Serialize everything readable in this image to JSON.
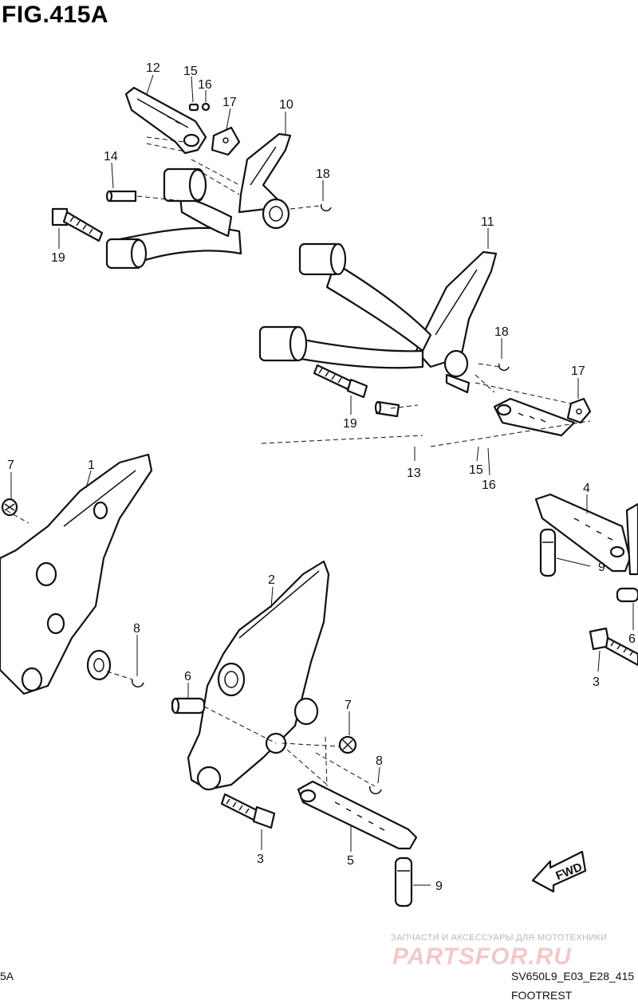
{
  "figure": {
    "title": "FIG.415A",
    "left_edge_label": "5A",
    "code": "SV650L9_E03_E28_415",
    "name": "FOOTREST"
  },
  "watermark": {
    "tagline": "ЗАПЧАСТИ И АКСЕССУАРЫ ДЛЯ МОТОТЕХНИКИ",
    "site": "PARTSFOR.RU"
  },
  "direction_badge": "FWD",
  "callouts": {
    "c12": "12",
    "c15a": "15",
    "c16a": "16",
    "c17a": "17",
    "c10": "10",
    "c14": "14",
    "c18a": "18",
    "c19a": "19",
    "c11": "11",
    "c18b": "18",
    "c17b": "17",
    "c19b": "19",
    "c13": "13",
    "c15b": "15",
    "c16b": "16",
    "c7a": "7",
    "c1": "1",
    "c8a": "8",
    "c4": "4",
    "c9a": "9",
    "c6a": "6",
    "c3a": "3",
    "c2": "2",
    "c6b": "6",
    "c7b": "7",
    "c8b": "8",
    "c3b": "3",
    "c5": "5",
    "c9b": "9"
  }
}
